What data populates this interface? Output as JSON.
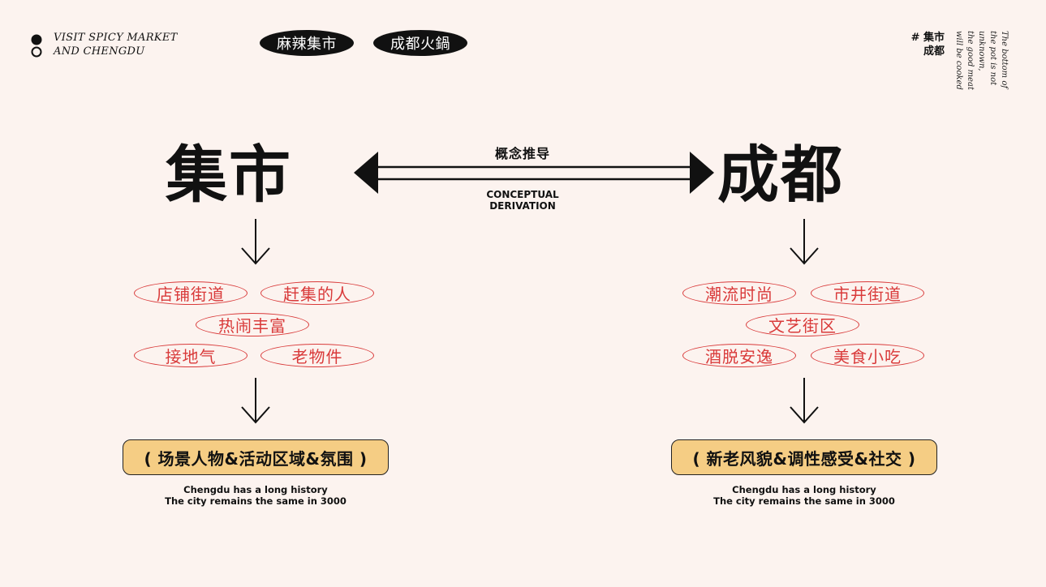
{
  "header": {
    "brand_line1": "VISIT SPICY MARKET",
    "brand_line2": "AND CHENGDU",
    "pill_1": "麻辣集市",
    "pill_2": "成都火鍋",
    "corner_tag_line1": "# 集市",
    "corner_tag_line2": "成都",
    "vertical_note": [
      "The bottom of",
      "the pot is not",
      "unknown,",
      "the good meat",
      "will be cooked"
    ]
  },
  "diagram": {
    "left_title": "集市",
    "right_title": "成都",
    "center_label_zh": "概念推导",
    "center_label_en_line1": "CONCEPTUAL",
    "center_label_en_line2": "DERIVATION",
    "left_tags": [
      "店铺街道",
      "赶集的人",
      "热闹丰富",
      "接地气",
      "老物件"
    ],
    "right_tags": [
      "潮流时尚",
      "市井街道",
      "文艺街区",
      "酒脱安逸",
      "美食小吃"
    ],
    "left_result": "( 场景人物&活动区域&氛围 )",
    "right_result": "( 新老风貌&调性感受&社交 )",
    "left_caption_line1": "Chengdu has a long history",
    "left_caption_line2": "The city remains the same in 3000",
    "right_caption_line1": "Chengdu has a long history",
    "right_caption_line2": "The city remains the same in 3000"
  },
  "colors": {
    "background": "#fcf3ef",
    "tag_red": "#d93a3a",
    "result_fill": "#f5cd84",
    "ink": "#111111"
  }
}
